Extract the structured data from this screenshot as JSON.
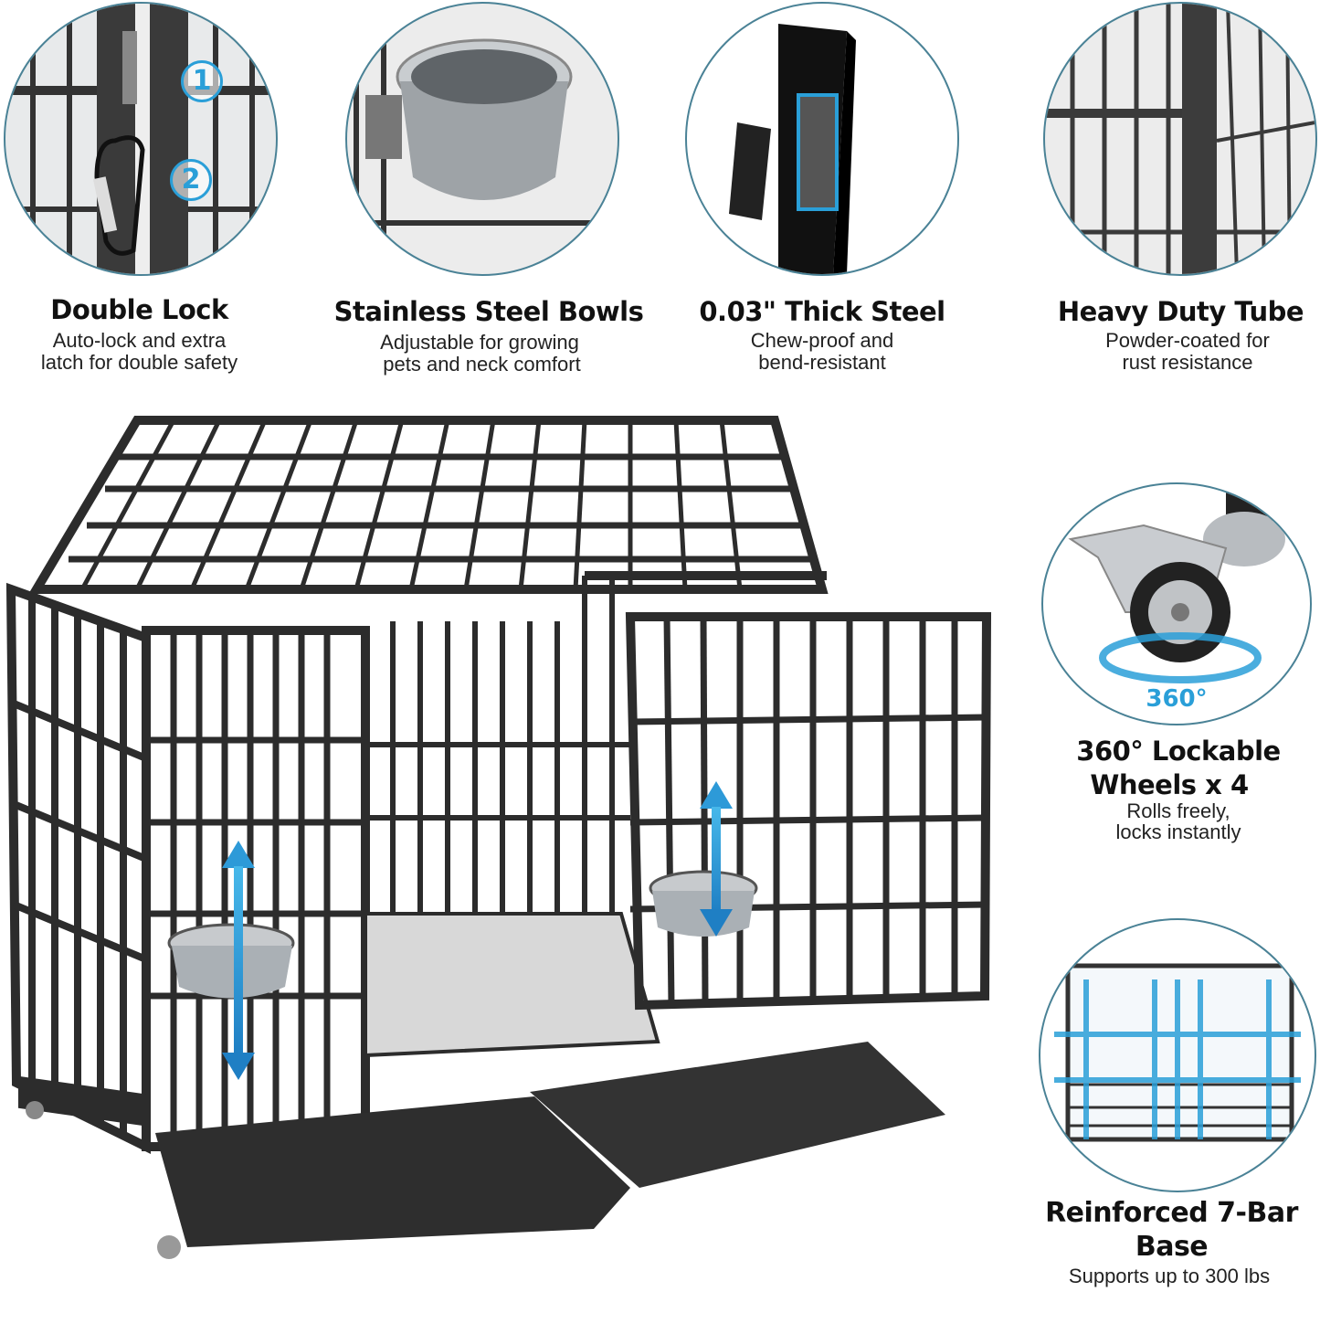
{
  "colors": {
    "circle_border": "#4a8296",
    "accent_blue": "#2a9fd8",
    "text_dark": "#111111",
    "cage_metal": "#2c2c2c"
  },
  "features_top": [
    {
      "title": "Double Lock",
      "desc_line1": "Auto-lock and extra",
      "desc_line2": "latch for double safety",
      "badges": [
        "1",
        "2"
      ]
    },
    {
      "title": "Stainless Steel Bowls",
      "desc_line1": "Adjustable for growing",
      "desc_line2": "pets and neck comfort"
    },
    {
      "title": "0.03\" Thick Steel",
      "desc_line1": "Chew-proof and",
      "desc_line2": "bend-resistant"
    },
    {
      "title": "Heavy Duty Tube",
      "desc_line1": "Powder-coated for",
      "desc_line2": "rust resistance"
    }
  ],
  "features_side": [
    {
      "badge": "360°",
      "title_line1": "360° Lockable",
      "title_line2": "Wheels x 4",
      "desc_line1": "Rolls freely,",
      "desc_line2": "locks instantly"
    },
    {
      "title_line1": "Reinforced 7-Bar",
      "title_line2": "Base",
      "desc_line1": "Supports up to 300 lbs"
    }
  ]
}
